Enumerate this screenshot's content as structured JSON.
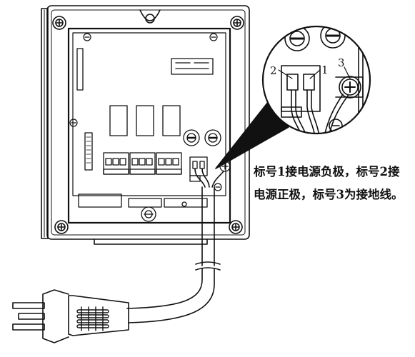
{
  "callout": {
    "labels": [
      "2",
      "1",
      "3"
    ]
  },
  "caption": {
    "line1": "标号1接电源负极，标号2接",
    "line2": "电源正极，标号3为接地线。"
  },
  "colors": {
    "ink": "#111111",
    "background": "#ffffff"
  }
}
